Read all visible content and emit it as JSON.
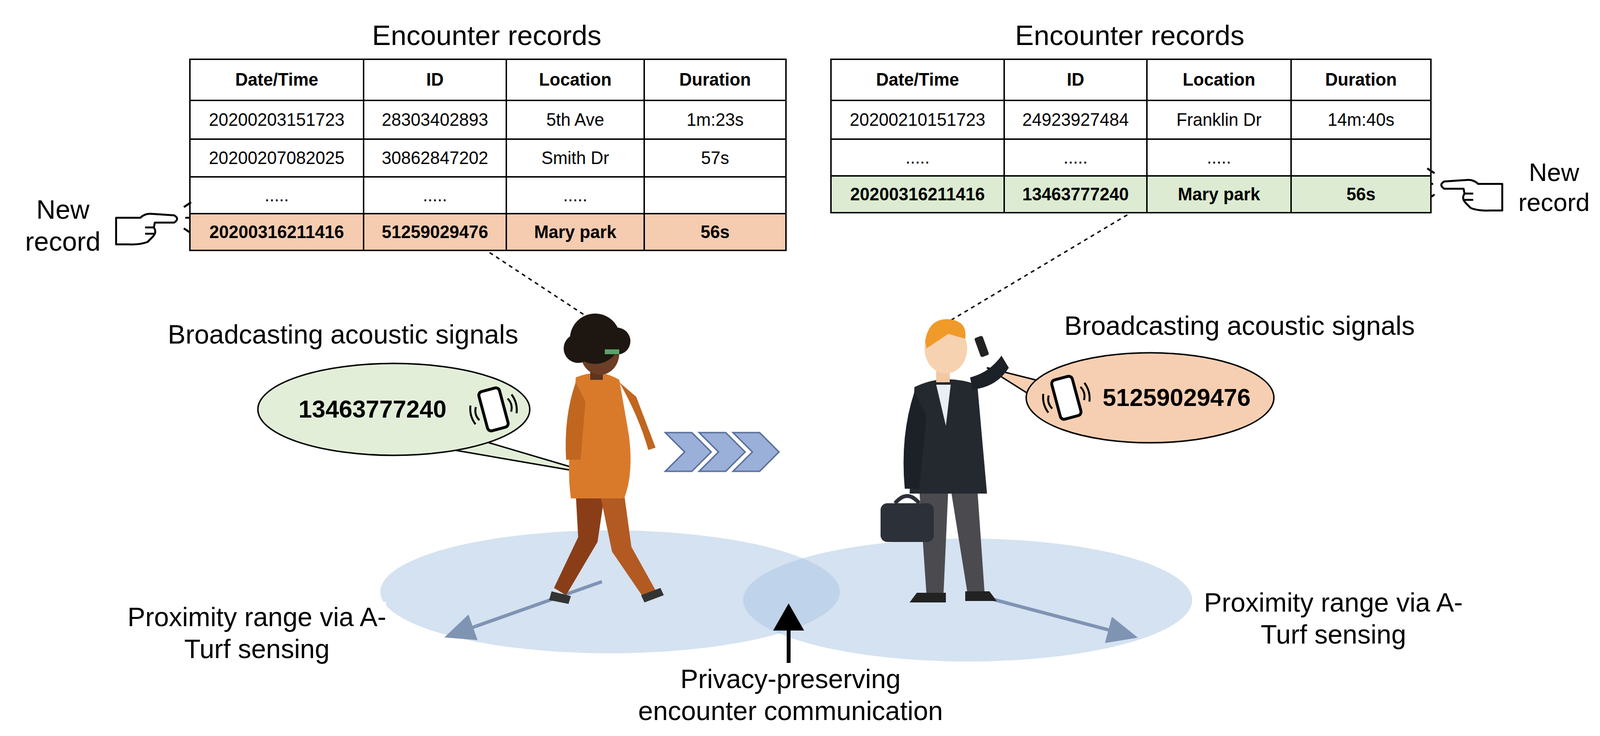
{
  "diagram": {
    "nodes": [
      {
        "text": [
          "13463777240"
        ]
      },
      {
        "text": [
          "51259029476"
        ]
      }
    ],
    "labels": [
      "Encounter records",
      "Date/Time",
      "ID",
      "Location",
      "Duration",
      "20200203151723",
      "28303402893",
      "5th Ave",
      "1m:23s",
      "20200207082025",
      "30862847202",
      "Smith Dr",
      "57s",
      ".....",
      ".....",
      ".....",
      "20200316211416",
      "51259029476",
      "Mary park",
      "56s",
      "Encounter records",
      "Date/Time",
      "ID",
      "Location",
      "Duration",
      "20200210151723",
      "24923927484",
      "Franklin Dr",
      "14m:40s",
      ".....",
      ".....",
      ".....",
      "20200316211416",
      "13463777240",
      "Mary park",
      "56s",
      "New record",
      "New record",
      "Broadcasting acoustic signals",
      "Broadcasting acoustic signals",
      "Proximity range via A-Turf sensing",
      "Proximity range via A-Turf sensing",
      "Privacy-preserving encounter communication"
    ]
  }
}
